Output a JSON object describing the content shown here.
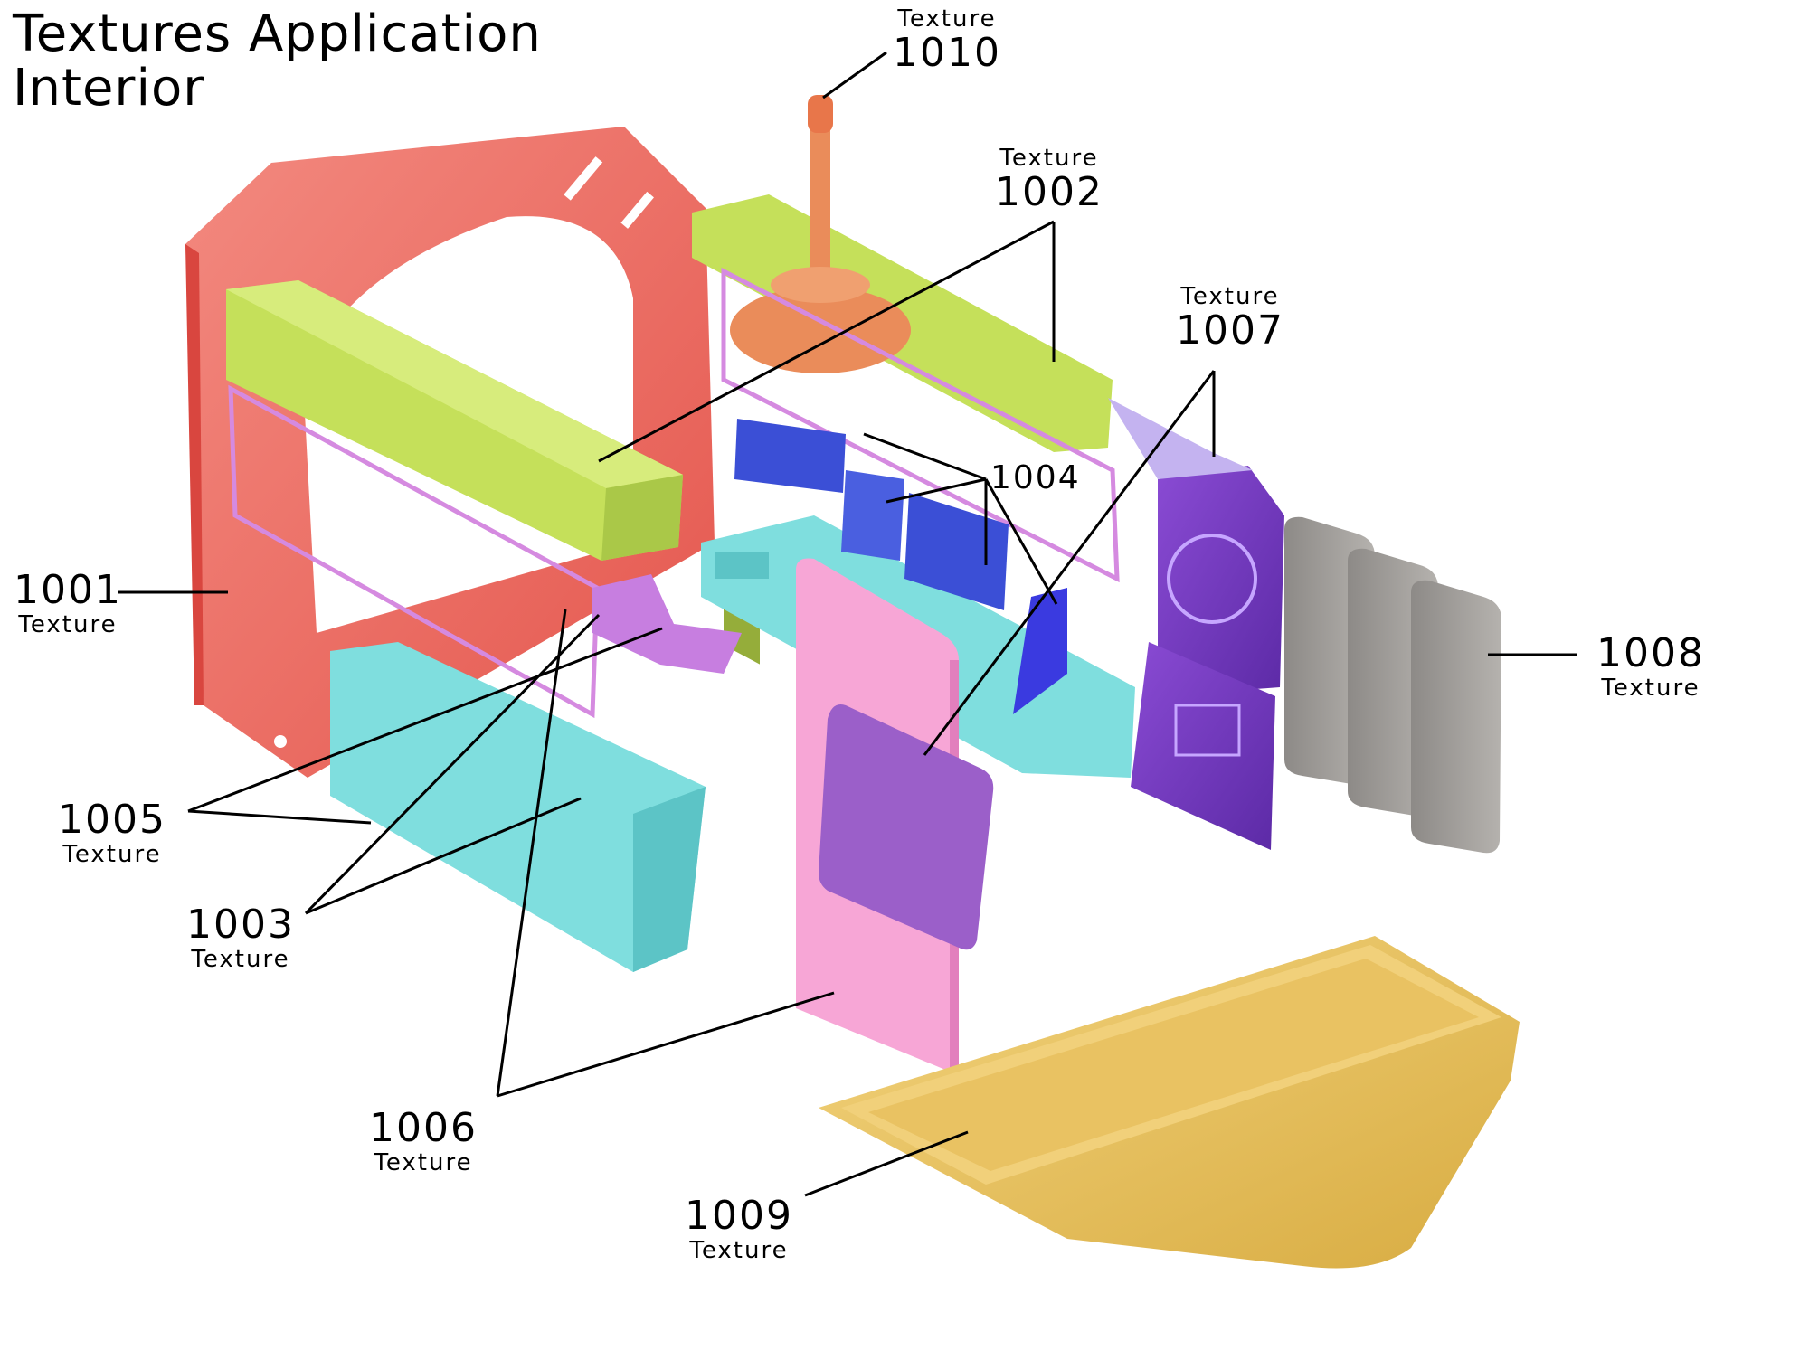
{
  "title": {
    "line1": "Textures Application",
    "line2": "Interior"
  },
  "callouts": [
    {
      "id": "1001",
      "number": "1001",
      "word": "Texture"
    },
    {
      "id": "1002",
      "number": "1002",
      "word": "Texture"
    },
    {
      "id": "1003",
      "number": "1003",
      "word": "Texture"
    },
    {
      "id": "1004",
      "number": "1004"
    },
    {
      "id": "1005",
      "number": "1005",
      "word": "Texture"
    },
    {
      "id": "1006",
      "number": "1006",
      "word": "Texture"
    },
    {
      "id": "1007",
      "number": "1007",
      "word": "Texture"
    },
    {
      "id": "1008",
      "number": "1008",
      "word": "Texture"
    },
    {
      "id": "1009",
      "number": "1009",
      "word": "Texture"
    },
    {
      "id": "1010",
      "number": "1010",
      "word": "Texture"
    }
  ],
  "part_colors": {
    "frame": "#f07167",
    "beam": "#c5e05a",
    "channel": "#7fdede",
    "panel_pink": "#f7a6d6",
    "panel_purple": "#9b5fc9",
    "screen_violet": "#7a3fc0",
    "screens_blue": "#3b4fd6",
    "blocks_gray": "#a9a6a2",
    "seat_gold": "#e8c25a",
    "lamp_orange": "#ea8c5a"
  }
}
